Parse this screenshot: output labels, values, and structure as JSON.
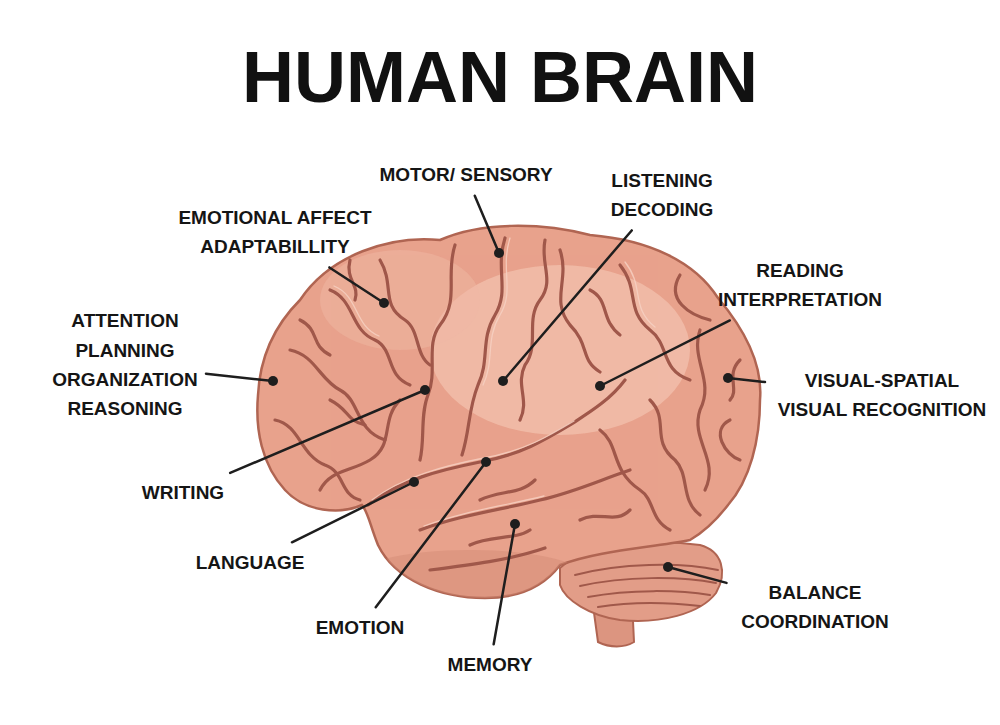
{
  "diagram": {
    "title": "HUMAN BRAIN",
    "labels": [
      "MOTOR/ SENSORY",
      "LISTENING DECODING",
      "EMOTIONAL AFFECT ADAPTABILLITY",
      "READING INTERPRETATION",
      "ATTENTION PLANNING ORGANIZATION REASONING",
      "VISUAL-SPATIAL VISUAL RECOGNITION",
      "WRITING",
      "LANGUAGE",
      "EMOTION",
      "MEMORY",
      "BALANCE COORDINATION"
    ]
  }
}
